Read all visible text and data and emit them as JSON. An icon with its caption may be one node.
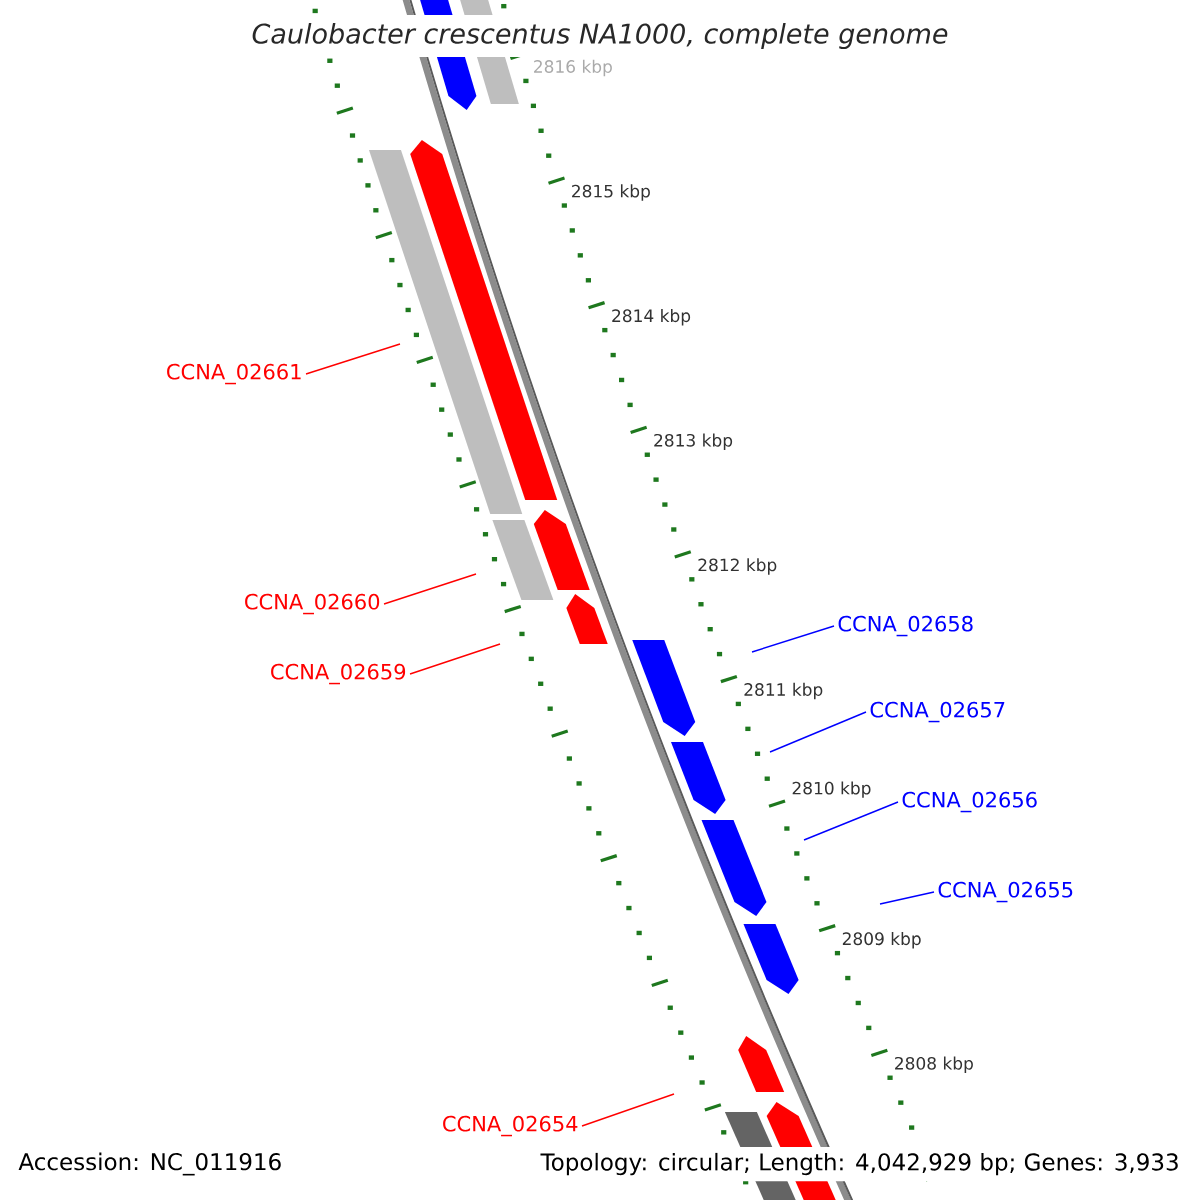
{
  "diagram": {
    "title": "Caulobacter crescentus NA1000, complete genome",
    "nodes": [
      {
        "text": [
          "CCNA_02661"
        ]
      },
      {
        "text": [
          "CCNA_02660"
        ]
      },
      {
        "text": [
          "CCNA_02658"
        ]
      },
      {
        "text": [
          "CCNA_02659"
        ]
      },
      {
        "text": [
          "CCNA_02657"
        ]
      },
      {
        "text": [
          "CCNA_02656"
        ]
      },
      {
        "text": [
          "CCNA_02655"
        ]
      },
      {
        "text": [
          "CCNA_02654"
        ]
      }
    ],
    "edges": [
      {
        "from": 0,
        "to": null,
        "arrow": "none",
        "color": "#ff0000"
      },
      {
        "from": 1,
        "to": null,
        "arrow": "none",
        "color": "#ff0000"
      },
      {
        "from": 2,
        "to": null,
        "arrow": "none",
        "color": "#0000ff"
      },
      {
        "from": 3,
        "to": null,
        "arrow": "none",
        "color": "#ff0000"
      },
      {
        "from": 4,
        "to": null,
        "arrow": "none",
        "color": "#0000ff"
      },
      {
        "from": 5,
        "to": null,
        "arrow": "none",
        "color": "#0000ff"
      },
      {
        "from": 6,
        "to": null,
        "arrow": "none",
        "color": "#0000ff"
      },
      {
        "from": 7,
        "to": null,
        "arrow": "none",
        "color": "#ff0000"
      }
    ],
    "labels": [
      "2816 kbp",
      "2815 kbp",
      "2814 kbp",
      "2813 kbp",
      "2812 kbp",
      "2811 kbp",
      "2810 kbp",
      "2809 kbp",
      "2808 kbp",
      "Accession: NC_011916",
      "Topology: circular; Length: 4,042,929 bp; Genes: 3,933"
    ]
  }
}
